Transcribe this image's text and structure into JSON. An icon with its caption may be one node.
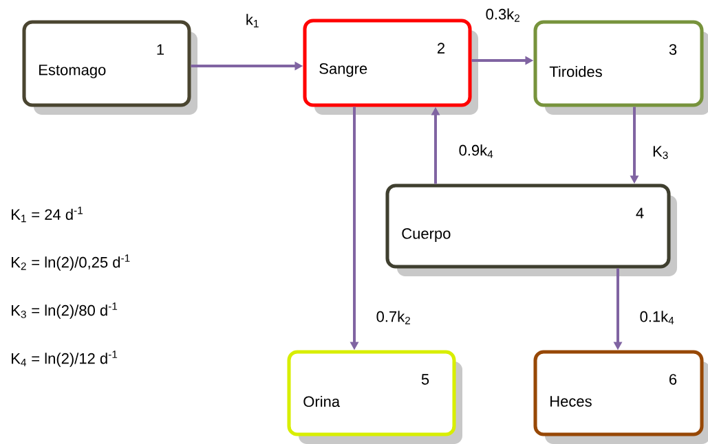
{
  "diagram": {
    "nodes": [
      {
        "text": [
          "1",
          "Estomago"
        ]
      },
      {
        "text": [
          "2",
          "Sangre"
        ]
      },
      {
        "text": [
          "3",
          "Tiroides"
        ]
      },
      {
        "text": [
          "4",
          "Cuerpo"
        ]
      },
      {
        "text": [
          "5",
          "Orina"
        ]
      },
      {
        "text": [
          "6",
          "Heces"
        ]
      }
    ],
    "edges": [
      {
        "from": 0,
        "to": 1,
        "arrow": "to",
        "label": "k$_{1}$"
      },
      {
        "from": 1,
        "to": 2,
        "arrow": "to",
        "label": "0.3k$_{2}$"
      },
      {
        "from": 2,
        "to": 3,
        "arrow": "to",
        "label": "K$_{3}$"
      },
      {
        "from": 3,
        "to": 1,
        "arrow": "to",
        "label": "0.9k$_{4}$"
      },
      {
        "from": 1,
        "to": 4,
        "arrow": "to",
        "label": "0.7k$_{2}$"
      },
      {
        "from": 3,
        "to": 5,
        "arrow": "to",
        "label": "0.1k$_{4}$"
      }
    ],
    "labels": [
      "K$_{1}$ = 24 d$^{-1}$",
      "K$_{2}$ = ln(2)/0,25 d$^{-1}$",
      "K$_{3}$ = ln(2)/80 d$^{-1}$",
      "K$_{4}$ = ln(2)/12 d$^{-1}$"
    ]
  }
}
